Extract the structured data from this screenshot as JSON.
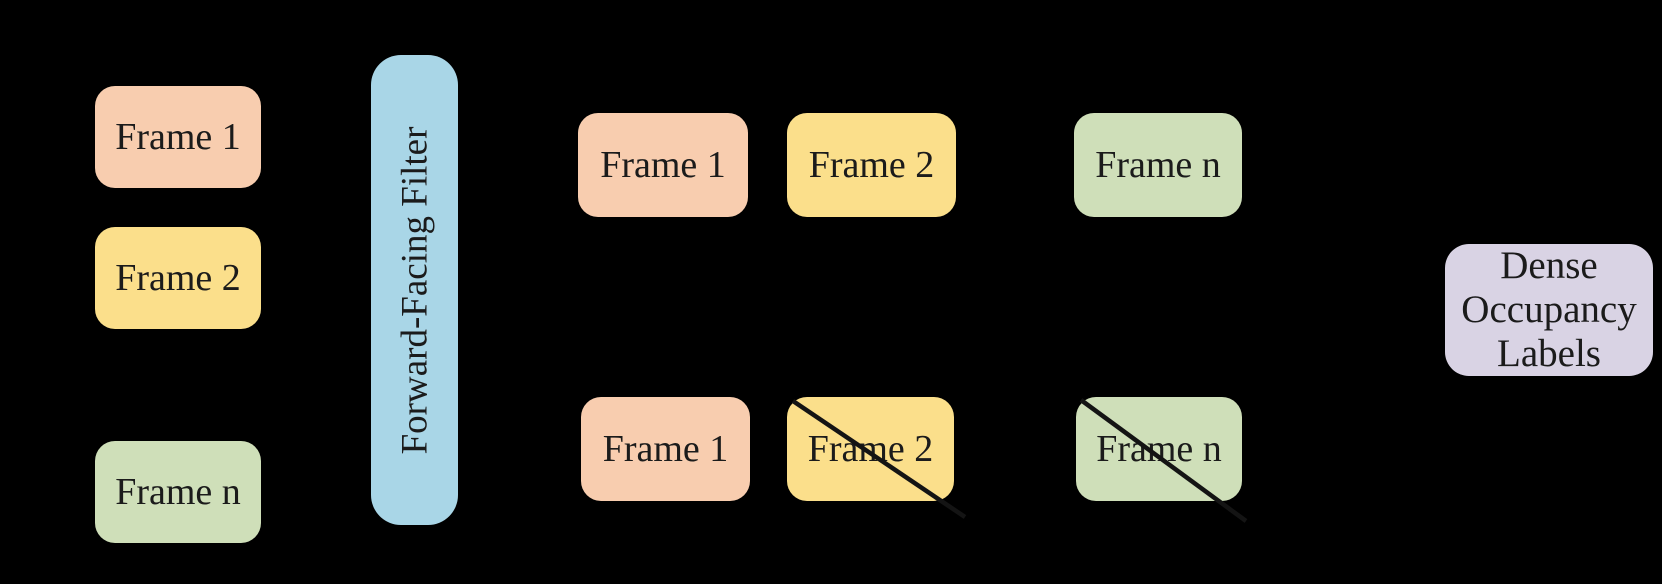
{
  "diagram": {
    "background_color": "#000000",
    "text_color": "#1B1B1B",
    "colors": {
      "frame1_peach": "#F8CDAF",
      "frame2_yellow": "#FBDF8B",
      "framen_green": "#CFDFB9",
      "filter_blue": "#A9D6E7",
      "output_lavender": "#D9D3E4",
      "slash_black": "#141414"
    },
    "input_column": [
      {
        "label": "Frame 1",
        "color": "#F8CDAF"
      },
      {
        "label": "Frame 2",
        "color": "#FBDF8B"
      },
      {
        "label": "Frame n",
        "color": "#CFDFB9"
      }
    ],
    "filter": {
      "label": "Forward-Facing Filter",
      "color": "#A9D6E7",
      "orientation": "vertical"
    },
    "forward_pass_row": [
      {
        "label": "Frame 1",
        "color": "#F8CDAF",
        "crossed_out": false
      },
      {
        "label": "Frame 2",
        "color": "#FBDF8B",
        "crossed_out": false
      },
      {
        "label": "Frame n",
        "color": "#CFDFB9",
        "crossed_out": false
      }
    ],
    "filtered_row": [
      {
        "label": "Frame 1",
        "color": "#F8CDAF",
        "crossed_out": false
      },
      {
        "label": "Frame 2",
        "color": "#FBDF8B",
        "crossed_out": true
      },
      {
        "label": "Frame n",
        "color": "#CFDFB9",
        "crossed_out": true
      }
    ],
    "output": {
      "label": "Dense Occupancy Labels",
      "lines": [
        "Dense",
        "Occupancy",
        "Labels"
      ],
      "color": "#D9D3E4"
    }
  }
}
